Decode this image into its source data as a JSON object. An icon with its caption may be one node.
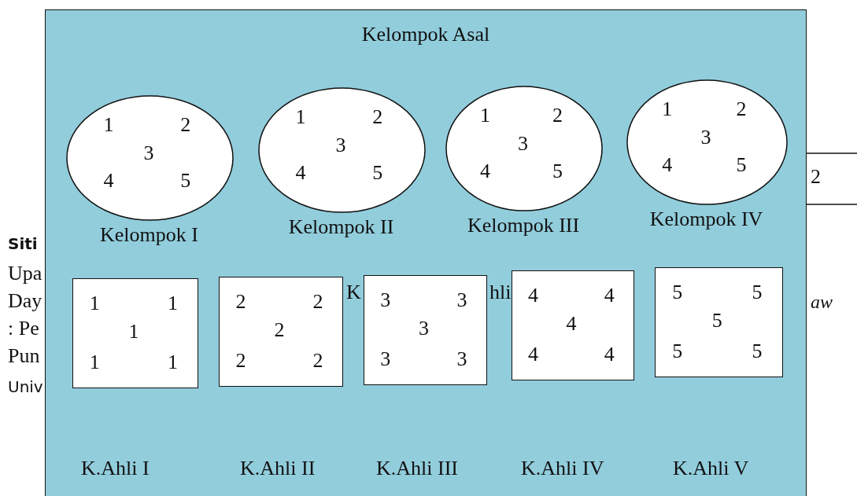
{
  "diagram": {
    "nodes": [
      {
        "text": [
          "Kelompok Asal"
        ]
      },
      {
        "text": [
          "1",
          "2",
          "3",
          "4",
          "5"
        ],
        "in": 0,
        "beside": [
          "Kelompok I"
        ]
      },
      {
        "text": [
          "1",
          "2",
          "3",
          "4",
          "5"
        ],
        "in": 0,
        "beside": [
          "Kelompok II"
        ]
      },
      {
        "text": [
          "1",
          "2",
          "3",
          "4",
          "5"
        ],
        "in": 0,
        "beside": [
          "Kelompok III"
        ]
      },
      {
        "text": [
          "1",
          "2",
          "3",
          "4",
          "5"
        ],
        "in": 0,
        "beside": [
          "Kelompok IV"
        ]
      },
      {
        "text": [
          "1",
          "1",
          "1",
          "1",
          "1"
        ],
        "in": 0
      },
      {
        "text": [
          "2",
          "2",
          "2",
          "2",
          "2"
        ],
        "in": 0
      },
      {
        "text": [
          "3",
          "3",
          "3",
          "3",
          "3"
        ],
        "in": 0
      },
      {
        "text": [
          "4",
          "4",
          "4",
          "4",
          "4"
        ],
        "in": 0
      },
      {
        "text": [
          "5",
          "5",
          "5",
          "5",
          "5"
        ],
        "in": 0
      }
    ],
    "labels": [
      "Siti",
      "Upa",
      "Day",
      ": Pe",
      "Pun",
      "Univ",
      "2",
      "K",
      "hli",
      "aw",
      "K.Ahli I",
      "K.Ahli II",
      "K.Ahli III",
      "K.Ahli IV",
      "K.Ahli V"
    ]
  }
}
